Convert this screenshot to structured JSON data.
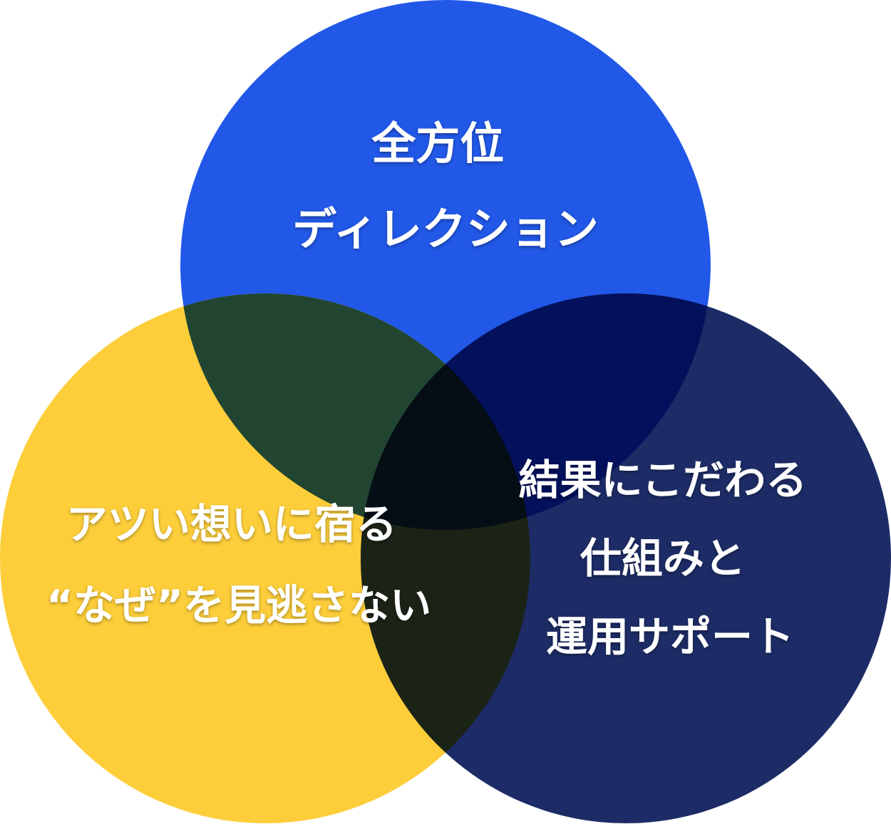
{
  "diagram": {
    "type": "venn",
    "circles": [
      {
        "id": "top",
        "color": "#2158E8",
        "lines": [
          "全方位",
          "ディレクション"
        ]
      },
      {
        "id": "left",
        "color": "#FDCE3A",
        "lines": [
          "アツい想いに宿る",
          "“なぜ”を見逃さない"
        ]
      },
      {
        "id": "right",
        "color": "#1D2C66",
        "lines": [
          "結果にこだわる",
          "仕組みと",
          "運用サポート"
        ]
      }
    ],
    "overlap_colors": {
      "top_left": "#214531",
      "top_right": "#03115C",
      "left_right": "#1B2317",
      "center": "#050D15"
    }
  }
}
